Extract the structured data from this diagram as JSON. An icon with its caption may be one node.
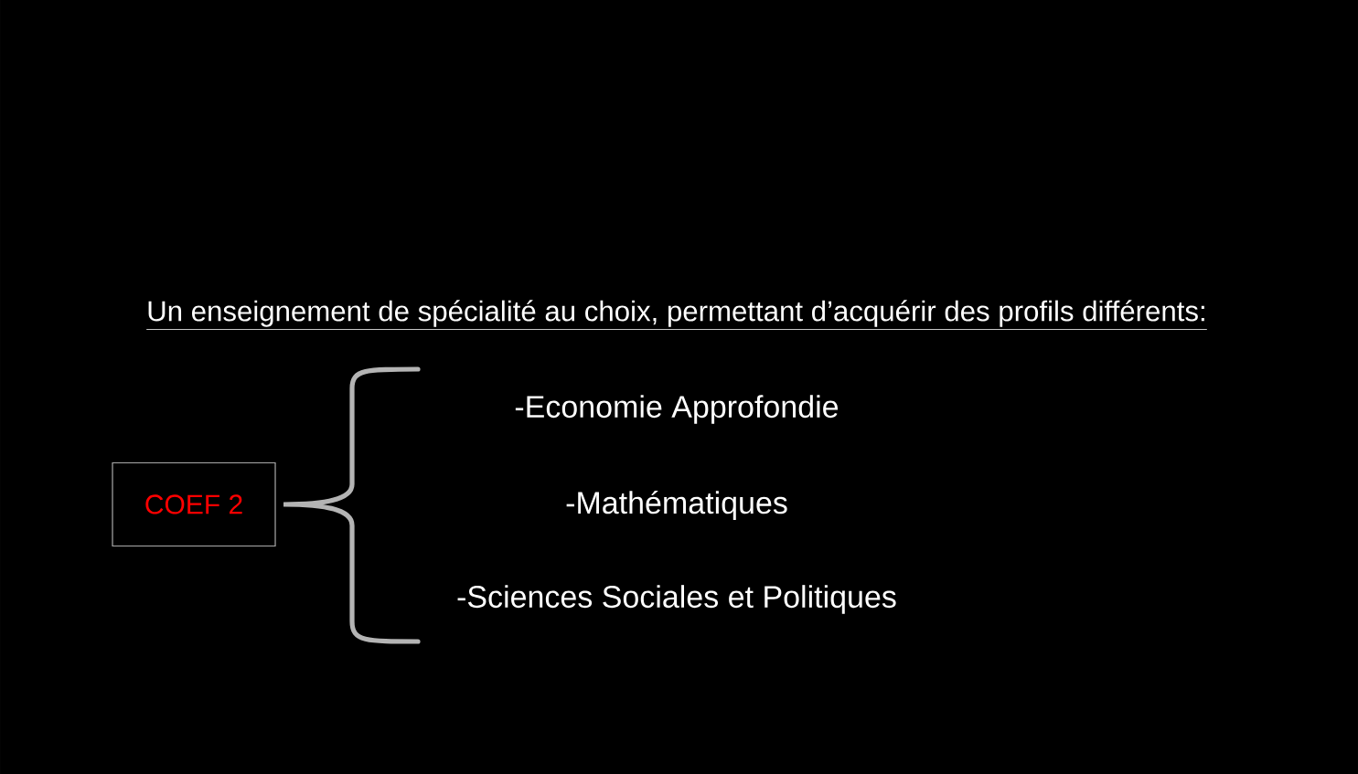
{
  "diagram": {
    "title": "Un enseignement de spécialité au choix, permettant d’acquérir des profils différents:",
    "nodes": [
      {
        "text": [
          "COEF 2"
        ]
      }
    ],
    "labels": [
      "-Economie Approfondie",
      "-Mathématiques",
      "-Sciences Sociales et Politiques"
    ]
  }
}
